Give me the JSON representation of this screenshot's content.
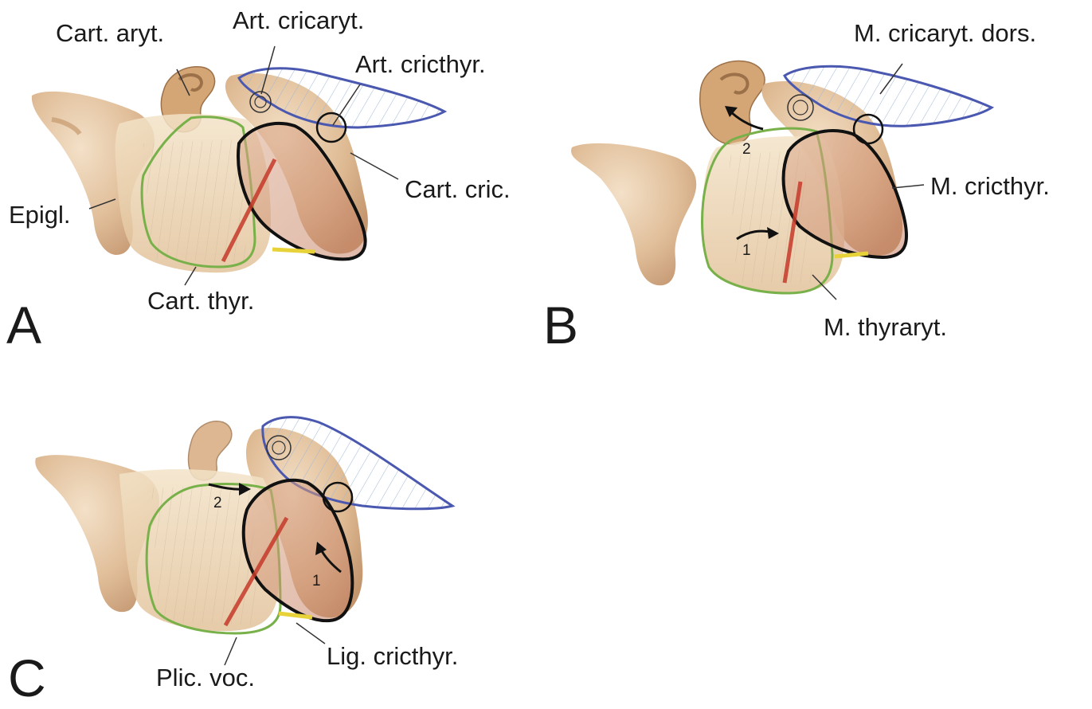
{
  "panels": [
    {
      "letter": "A",
      "labels": {
        "cart_aryt": "Cart. aryt.",
        "art_cricaryt": "Art. cricaryt.",
        "art_cricthyr": "Art. cricthyr.",
        "cart_cric": "Cart. cric.",
        "epigl": "Epigl.",
        "cart_thyr": "Cart. thyr."
      }
    },
    {
      "letter": "B",
      "labels": {
        "m_cricaryt_dors": "M. cricaryt. dors.",
        "m_cricthyr": "M. cricthyr.",
        "m_thyraryt": "M. thyraryt."
      },
      "arrows": [
        "1",
        "2"
      ]
    },
    {
      "letter": "C",
      "labels": {
        "plic_voc": "Plic. voc.",
        "lig_cricthyr": "Lig. cricthyr."
      },
      "arrows": [
        "1",
        "2"
      ]
    }
  ],
  "colors": {
    "cartilage": "#d9b48a",
    "cartilage_dark": "#b98c5c",
    "muscle_outline_blue": "#4a58b0",
    "muscle_outline_green": "#78b04a",
    "muscle_outline_black": "#111111",
    "vocal_fold": "#c63a2a",
    "ligament": "#e8d23a"
  }
}
